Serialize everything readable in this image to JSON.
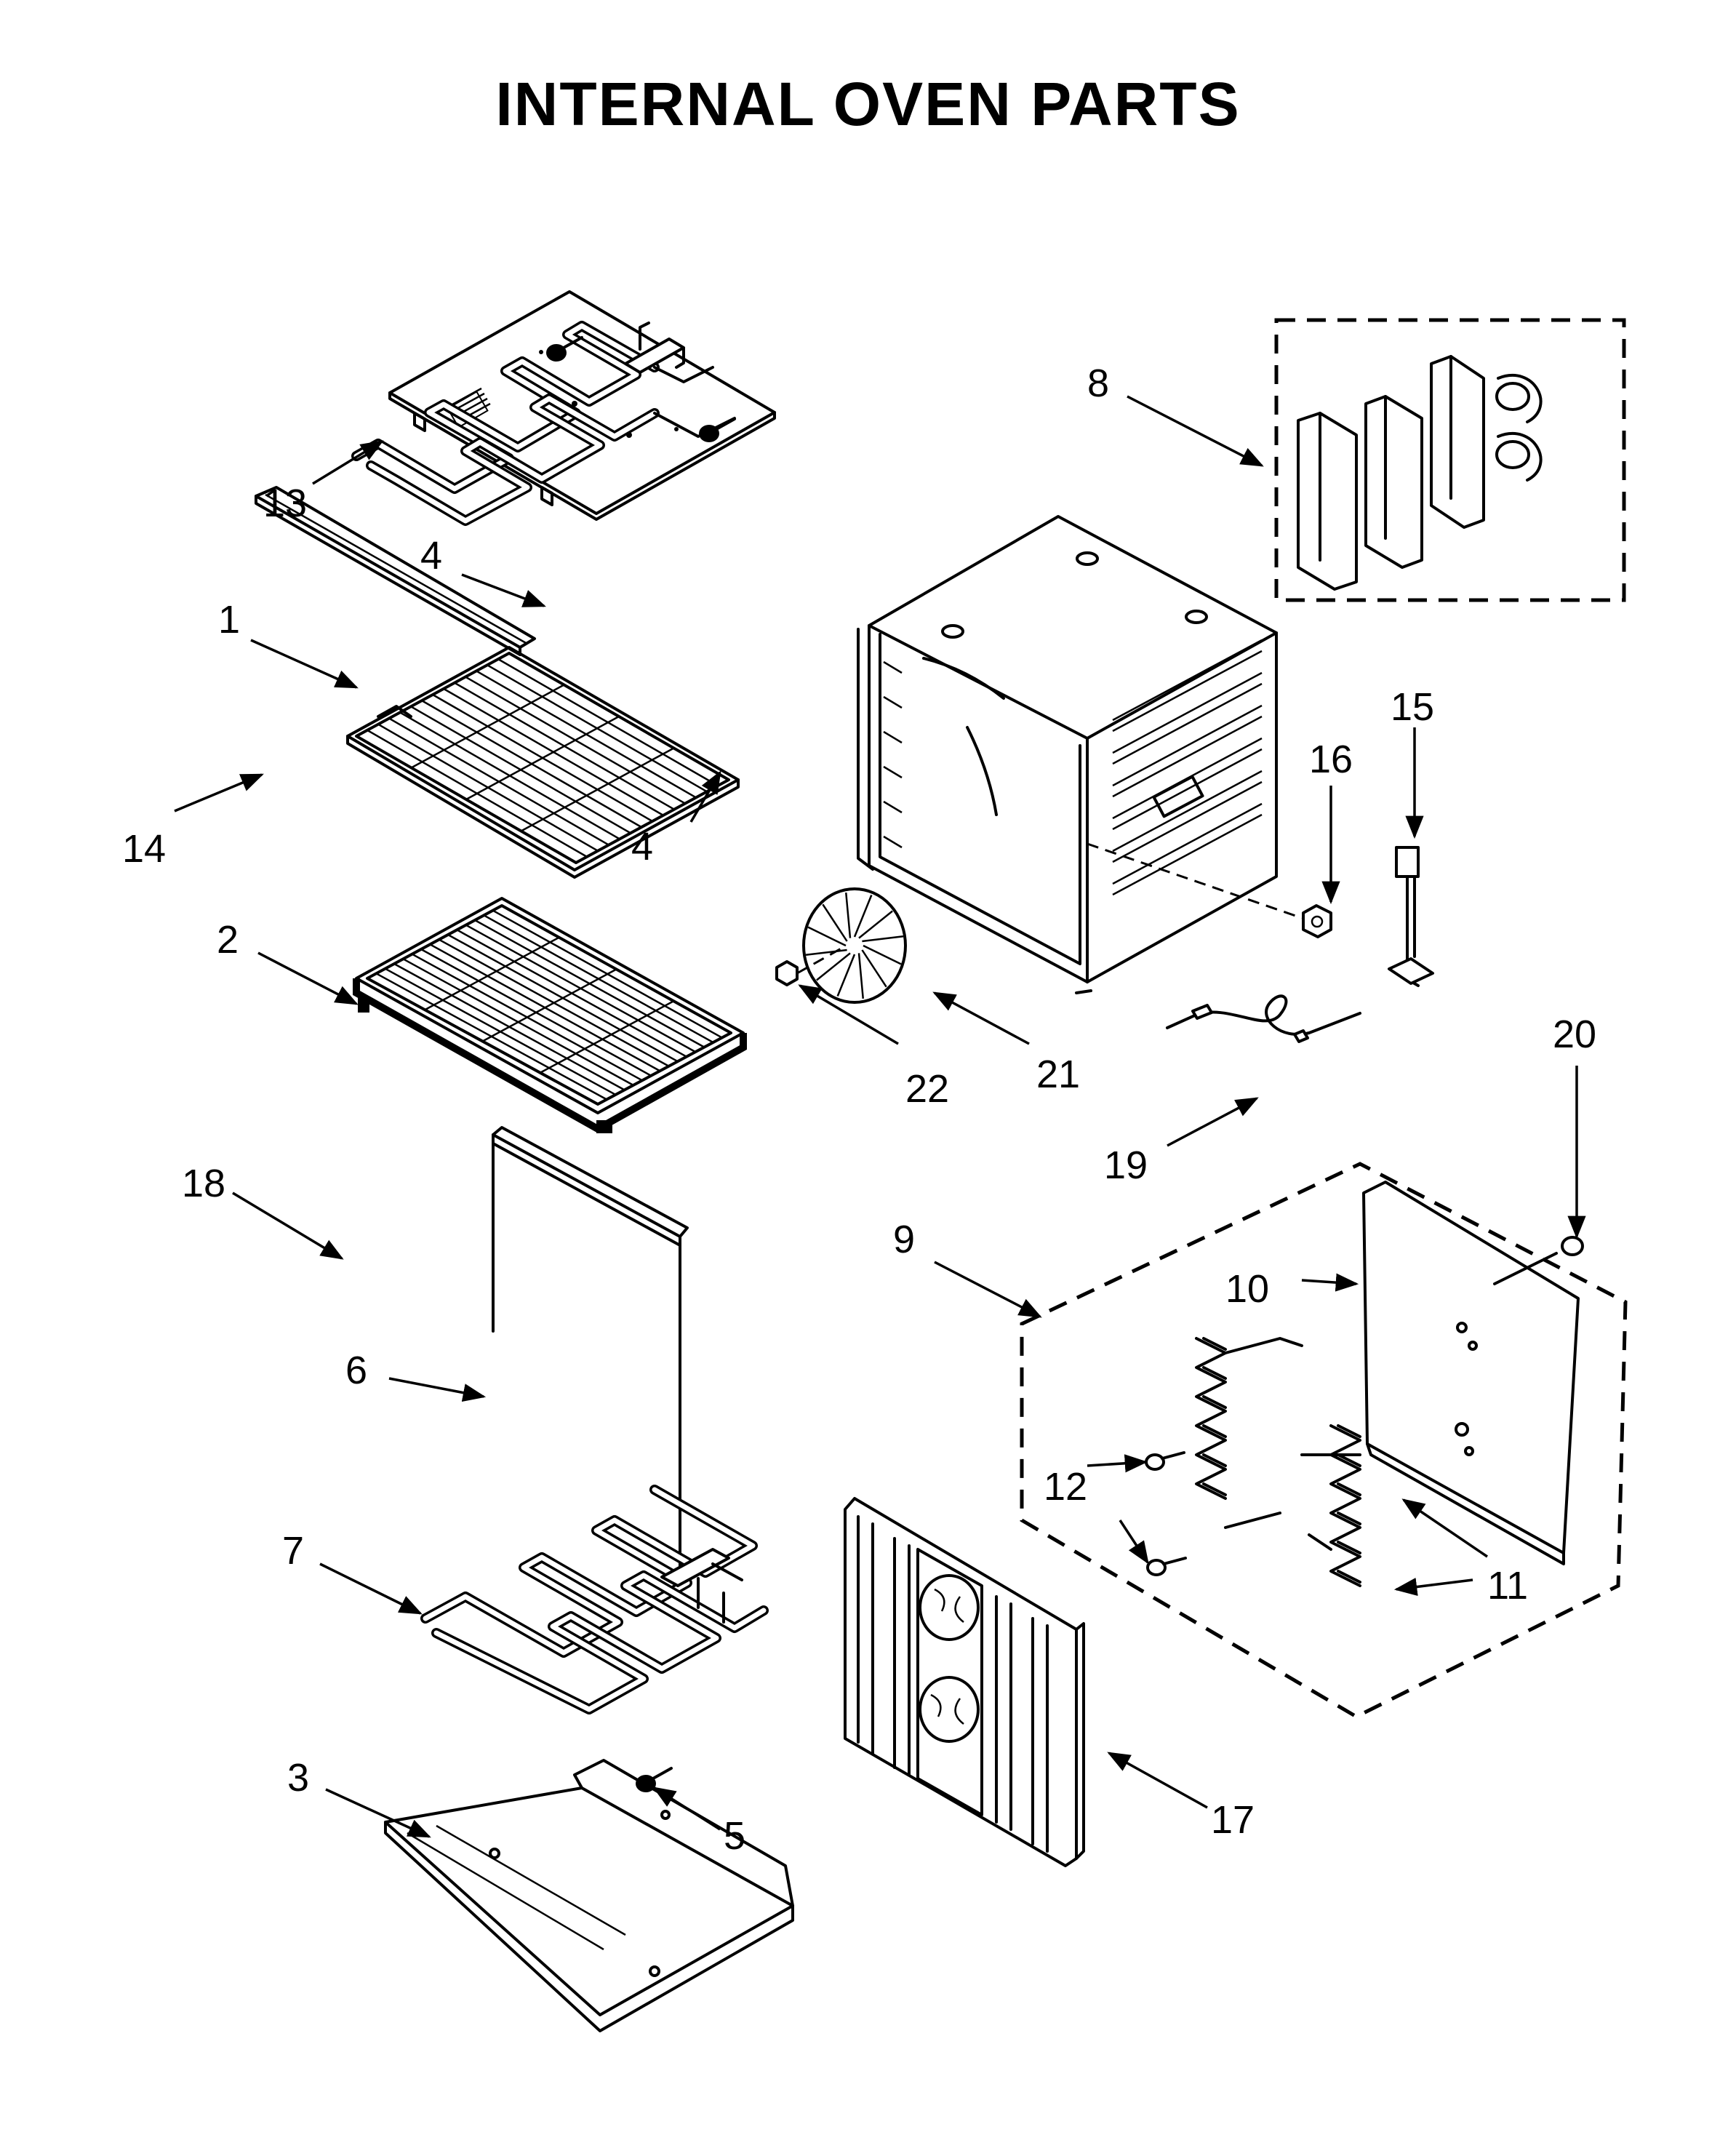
{
  "title": "INTERNAL OVEN PARTS",
  "callouts": [
    {
      "id": "13",
      "label": "13"
    },
    {
      "id": "4a",
      "label": "4"
    },
    {
      "id": "1",
      "label": "1"
    },
    {
      "id": "4b",
      "label": "4"
    },
    {
      "id": "14",
      "label": "14"
    },
    {
      "id": "2",
      "label": "2"
    },
    {
      "id": "18",
      "label": "18"
    },
    {
      "id": "6",
      "label": "6"
    },
    {
      "id": "7",
      "label": "7"
    },
    {
      "id": "3",
      "label": "3"
    },
    {
      "id": "5",
      "label": "5"
    },
    {
      "id": "8",
      "label": "8"
    },
    {
      "id": "16",
      "label": "16"
    },
    {
      "id": "15",
      "label": "15"
    },
    {
      "id": "22",
      "label": "22"
    },
    {
      "id": "21",
      "label": "21"
    },
    {
      "id": "20",
      "label": "20"
    },
    {
      "id": "19",
      "label": "19"
    },
    {
      "id": "9",
      "label": "9"
    },
    {
      "id": "10",
      "label": "10"
    },
    {
      "id": "12",
      "label": "12"
    },
    {
      "id": "11",
      "label": "11"
    },
    {
      "id": "17",
      "label": "17"
    }
  ]
}
